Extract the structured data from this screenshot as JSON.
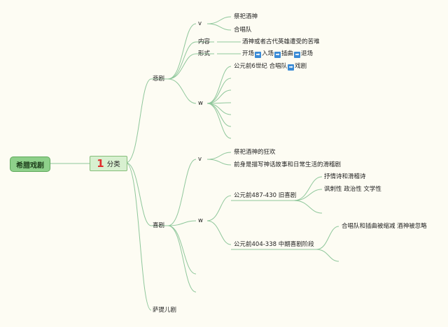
{
  "root": "希腊戏剧",
  "category": {
    "number": "1",
    "label": "分类"
  },
  "tragedy": {
    "label": "悲剧",
    "v": {
      "label": "v",
      "items": [
        "祭祀酒神",
        "合唱队"
      ]
    },
    "content": {
      "label": "内容",
      "text": "酒神或者古代英雄遭受的苦难"
    },
    "form": {
      "label": "形式",
      "steps": [
        "开场",
        "入场",
        "插曲",
        "退场"
      ],
      "arrow": "➡"
    },
    "w": {
      "label": "w",
      "text_before": "公元前6世纪 合唱队",
      "arrow": "➡",
      "text_after": "戏剧"
    }
  },
  "comedy": {
    "label": "喜剧",
    "v": {
      "label": "v",
      "items": [
        "祭祀酒神的狂欢",
        "前身是描写神话故事和日常生活的滑稽剧"
      ]
    },
    "w": {
      "label": "w",
      "old": {
        "label": "公元前487-430 旧喜剧",
        "items": [
          "抒情诗和滑稽诗",
          "讽刺性 政治性 文学性"
        ]
      },
      "middle": {
        "label": "公元前404-338 中期喜剧阶段",
        "items": [
          "合唱队和插曲被缩减 酒神被忽略"
        ]
      }
    }
  },
  "satyr": {
    "label": "萨提儿剧"
  },
  "colors": {
    "line": "#8fc79b",
    "root_fill": "#8ed08a",
    "cat_fill": "#d8f0d0",
    "accent": "#e02d2d",
    "arrow": "#3a8bd6"
  }
}
